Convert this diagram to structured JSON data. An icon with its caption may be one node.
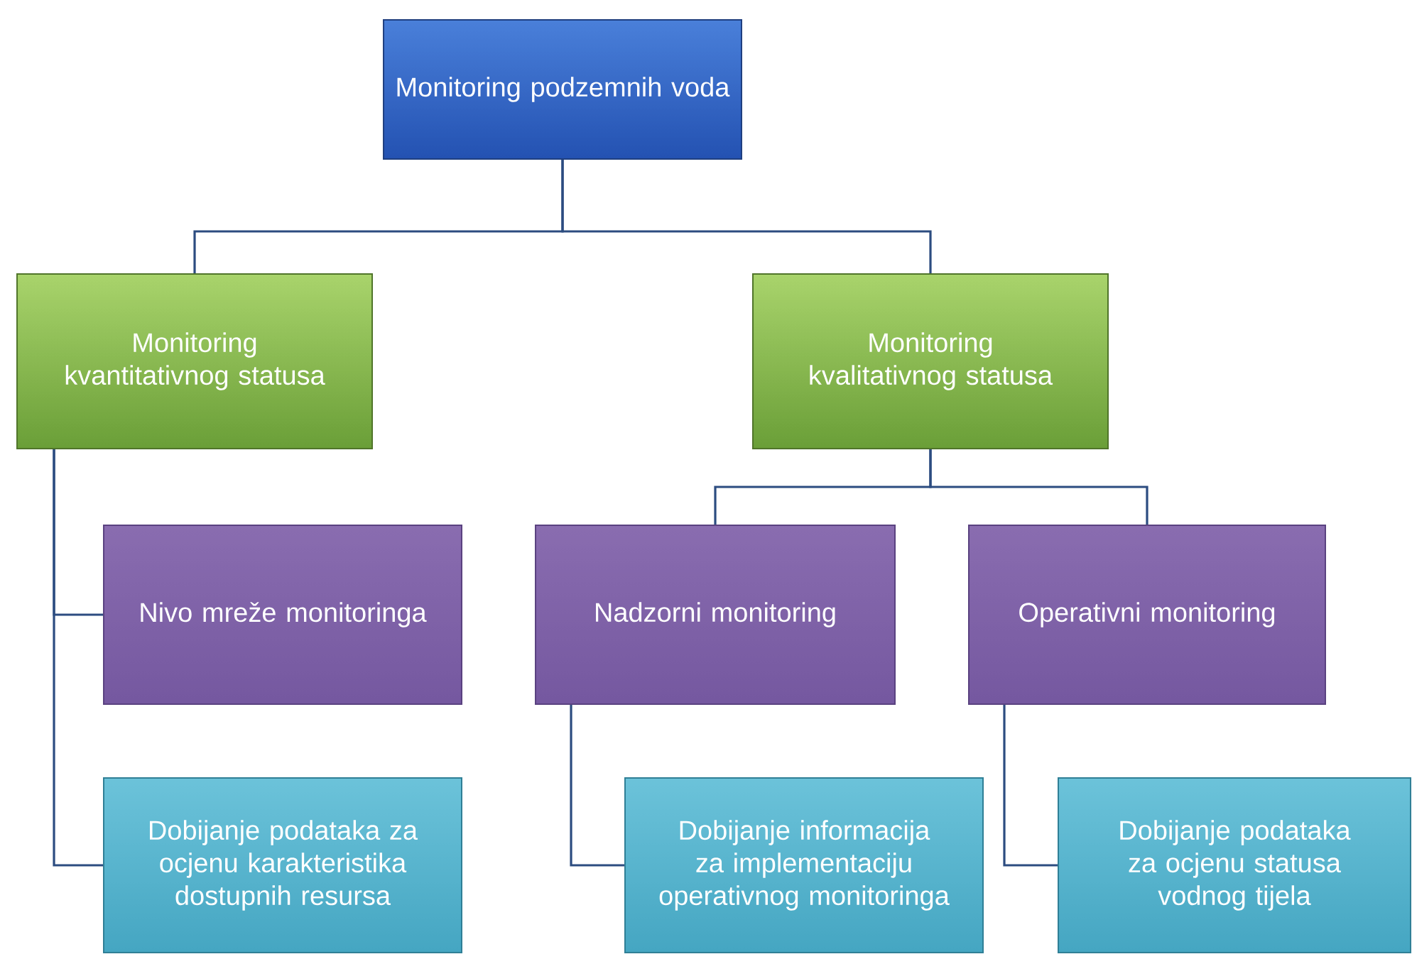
{
  "diagram": {
    "nodes": [
      {
        "text": [
          "Monitoring podzemnih voda"
        ]
      },
      {
        "text": [
          "Monitoring kvantitativnog statusa"
        ]
      },
      {
        "text": [
          "Monitoring kvalitativnog statusa"
        ]
      },
      {
        "text": [
          "Nivo mreže monitoringa"
        ]
      },
      {
        "text": [
          "Nadzorni monitoring"
        ]
      },
      {
        "text": [
          "Operativni monitoring"
        ]
      },
      {
        "text": [
          "Dobijanje podataka za ocjenu karakteristika dostupnih resursa"
        ]
      },
      {
        "text": [
          "Dobijanje informacija za implementaciju operativnog monitoringa"
        ]
      },
      {
        "text": [
          "Dobijanje podataka za ocjenu statusa vodnog tijela"
        ]
      }
    ],
    "edges": [
      {
        "from": 0,
        "to": 1,
        "arrow": "none"
      },
      {
        "from": 0,
        "to": 2,
        "arrow": "none"
      },
      {
        "from": 1,
        "to": 3,
        "arrow": "none"
      },
      {
        "from": 1,
        "to": 6,
        "arrow": "none"
      },
      {
        "from": 2,
        "to": 4,
        "arrow": "none"
      },
      {
        "from": 2,
        "to": 5,
        "arrow": "none"
      },
      {
        "from": 4,
        "to": 7,
        "arrow": "none"
      },
      {
        "from": 5,
        "to": 8,
        "arrow": "none"
      }
    ]
  }
}
